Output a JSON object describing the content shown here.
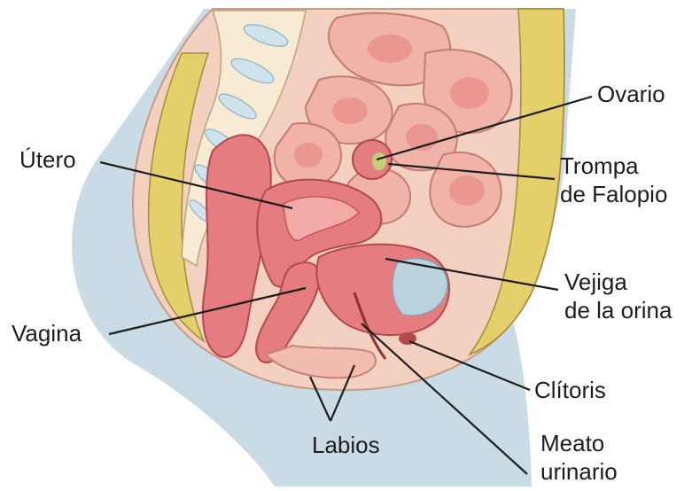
{
  "labels": {
    "utero": "Útero",
    "ovario": "Ovario",
    "trompa": [
      "Trompa",
      "de Falopio"
    ],
    "vejiga": [
      "Vejiga",
      "de la orina"
    ],
    "vagina": "Vagina",
    "clitoris": "Clítoris",
    "labios": "Labios",
    "meato": [
      "Meato",
      "urinario"
    ]
  },
  "colors": {
    "background": "#ffffff",
    "body_silhouette": "#c9dbe4",
    "skin_tissue": "#f3d0c0",
    "fat_layer": "#e4cf6a",
    "organ_pink": "#e47c80",
    "organ_dark": "#b4484e",
    "intestine": "#f0b3a8",
    "bone": "#f7ebd4",
    "bladder": "#b9d3de",
    "ovary_green": "#c4cf78",
    "leader_line": "#1d1d1d"
  }
}
